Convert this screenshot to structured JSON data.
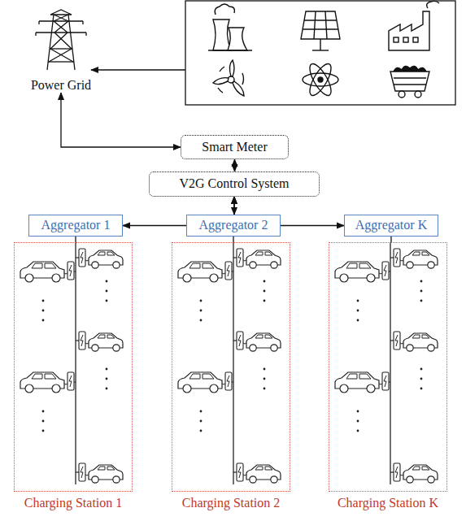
{
  "diagram": {
    "nodes": [
      {
        "text": [
          "Power Grid"
        ]
      },
      {
        "text": [
          "Smart Meter"
        ]
      },
      {
        "text": [
          "V2G Control System"
        ]
      },
      {
        "text": [
          "Aggregator 1"
        ]
      },
      {
        "text": [
          "Aggregator 2"
        ]
      },
      {
        "text": [
          "Aggregator K"
        ]
      },
      {
        "text": [
          "Charging Station 1"
        ]
      },
      {
        "text": [
          "Charging Station 2"
        ]
      },
      {
        "text": [
          "Charging Station K"
        ]
      }
    ],
    "edges": [
      {
        "from": 0,
        "to": 1,
        "arrow": "both"
      },
      {
        "from": 1,
        "to": 2,
        "arrow": "both"
      },
      {
        "from": 2,
        "to": 3,
        "arrow": "both"
      },
      {
        "from": 2,
        "to": 4,
        "arrow": "both"
      },
      {
        "from": 2,
        "to": 5,
        "arrow": "both"
      },
      {
        "from": 3,
        "to": 6,
        "arrow": "none"
      },
      {
        "from": 4,
        "to": 7,
        "arrow": "none"
      },
      {
        "from": 5,
        "to": 8,
        "arrow": "none"
      }
    ]
  }
}
